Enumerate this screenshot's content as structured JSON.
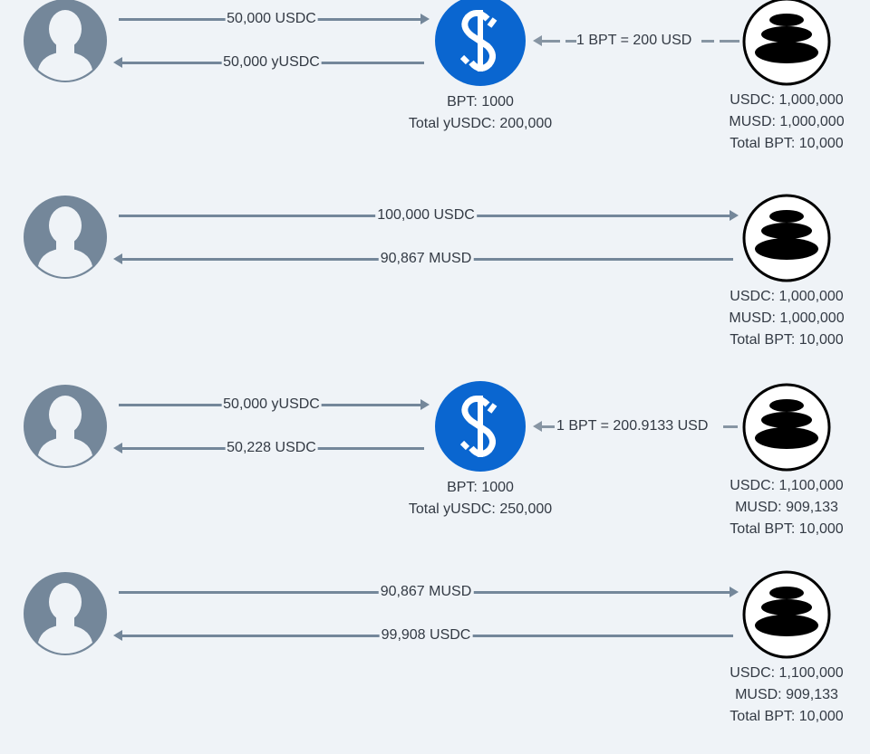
{
  "colors": {
    "background": "#eff3f7",
    "arrow": "#74879a",
    "yearn_blue": "#0a66d0",
    "balancer": "#000000"
  },
  "rows": [
    {
      "send": "50,000 USDC",
      "receive": "50,000 yUSDC",
      "rate": "1 BPT = 200 USD",
      "vault": {
        "bpt": "BPT: 1000",
        "total": "Total yUSDC: 200,000"
      },
      "pool": {
        "usdc": "USDC: 1,000,000",
        "musd": "MUSD: 1,000,000",
        "bpt": "Total BPT: 10,000"
      }
    },
    {
      "send": "100,000 USDC",
      "receive": "90,867 MUSD",
      "pool": {
        "usdc": "USDC: 1,000,000",
        "musd": "MUSD: 1,000,000",
        "bpt": "Total BPT: 10,000"
      }
    },
    {
      "send": "50,000 yUSDC",
      "receive": "50,228 USDC",
      "rate": "1 BPT = 200.9133 USD",
      "vault": {
        "bpt": "BPT: 1000",
        "total": "Total yUSDC: 250,000"
      },
      "pool": {
        "usdc": "USDC: 1,100,000",
        "musd": "MUSD: 909,133",
        "bpt": "Total BPT: 10,000"
      }
    },
    {
      "send": "90,867 MUSD",
      "receive": "99,908 USDC",
      "pool": {
        "usdc": "USDC: 1,100,000",
        "musd": "MUSD: 909,133",
        "bpt": "Total BPT: 10,000"
      }
    }
  ]
}
